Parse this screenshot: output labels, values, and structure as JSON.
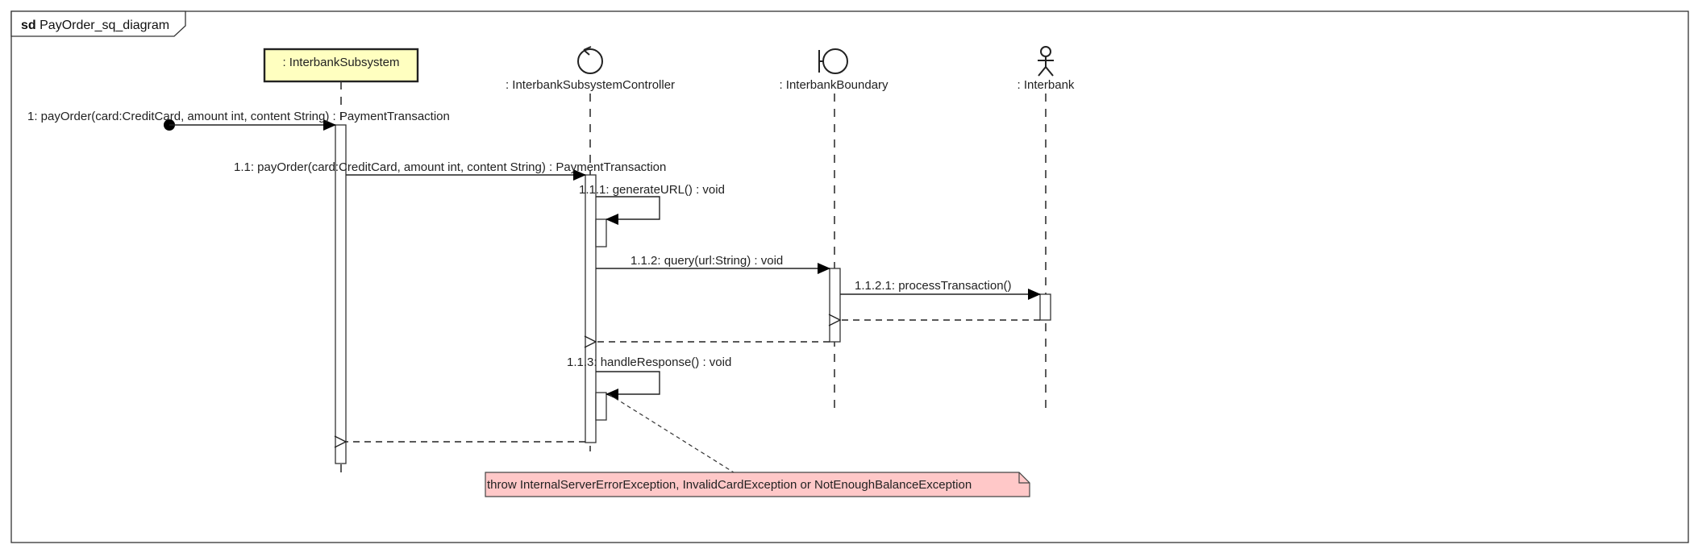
{
  "frame": {
    "keyword": "sd",
    "name": "PayOrder_sq_diagram"
  },
  "lifelines": [
    {
      "name": ": InterbankSubsystem",
      "kind": "object"
    },
    {
      "name": ": InterbankSubsystemController",
      "kind": "control"
    },
    {
      "name": ": InterbankBoundary",
      "kind": "boundary"
    },
    {
      "name": ": Interbank",
      "kind": "actor"
    }
  ],
  "messages": [
    {
      "label": "1: payOrder(card:CreditCard, amount int, content String) : PaymentTransaction",
      "type": "found",
      "to": ": InterbankSubsystem"
    },
    {
      "label": "1.1: payOrder(card:CreditCard, amount int, content String) : PaymentTransaction",
      "type": "sync",
      "from": ": InterbankSubsystem",
      "to": ": InterbankSubsystemController"
    },
    {
      "label": "1.1.1: generateURL() : void",
      "type": "self",
      "on": ": InterbankSubsystemController"
    },
    {
      "label": "1.1.2: query(url:String) : void",
      "type": "sync",
      "from": ": InterbankSubsystemController",
      "to": ": InterbankBoundary"
    },
    {
      "label": "1.1.2.1: processTransaction()",
      "type": "sync",
      "from": ": InterbankBoundary",
      "to": ": Interbank"
    },
    {
      "label": "",
      "type": "return",
      "from": ": Interbank",
      "to": ": InterbankBoundary"
    },
    {
      "label": "",
      "type": "return",
      "from": ": InterbankBoundary",
      "to": ": InterbankSubsystemController"
    },
    {
      "label": "1.1.3: handleResponse() : void",
      "type": "self",
      "on": ": InterbankSubsystemController"
    },
    {
      "label": "",
      "type": "return",
      "from": ": InterbankSubsystemController",
      "to": ": InterbankSubsystem"
    }
  ],
  "note": {
    "text": "throw InternalServerErrorException, InvalidCardException or NotEnoughBalanceException",
    "color": "#ffc8c8"
  }
}
